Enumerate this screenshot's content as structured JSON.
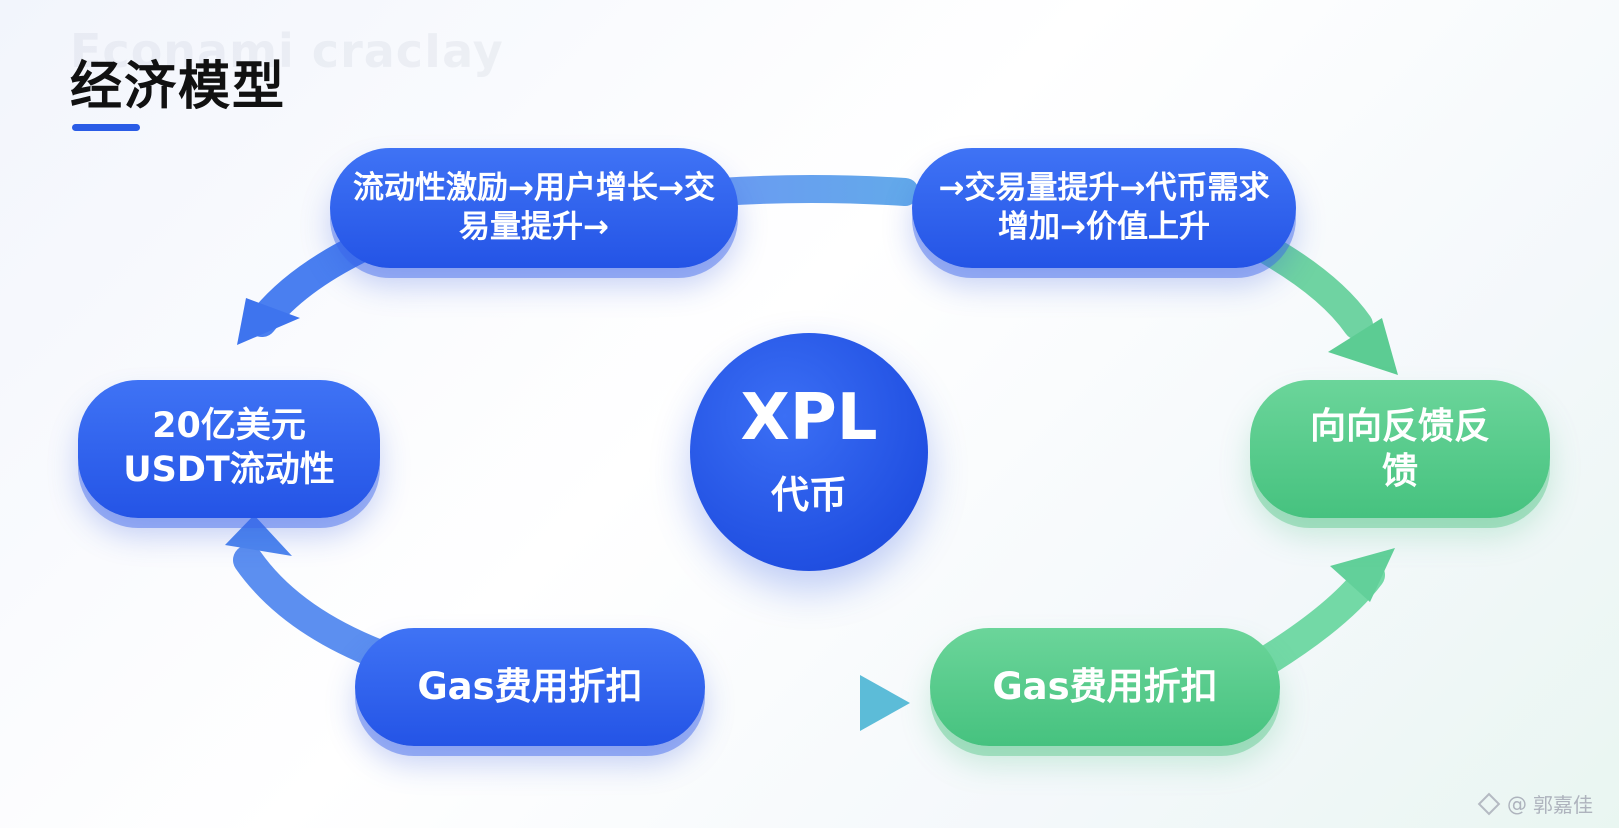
{
  "background_watermark": "Econami cracIay",
  "title": "经济模型",
  "center": {
    "main": "XPL",
    "sub": "代币"
  },
  "nodes": {
    "top_left": "流动性激励→用户增长→交易量提升→",
    "top_right": "→交易量提升→代币需求增加→价值上升",
    "left": "20亿美元USDT流动性",
    "right": "向向反馈反馈",
    "bottom_left": "Gas费用折扣",
    "bottom_right": "Gas费用折扣"
  },
  "footer": {
    "symbol": "@",
    "author": "郭嘉佳"
  },
  "colors": {
    "blue": "#2454e6",
    "green": "#46c27f",
    "arrow_blue": "#4f84f0",
    "arrow_teal": "#5cb8d8",
    "arrow_green": "#62d29a"
  }
}
